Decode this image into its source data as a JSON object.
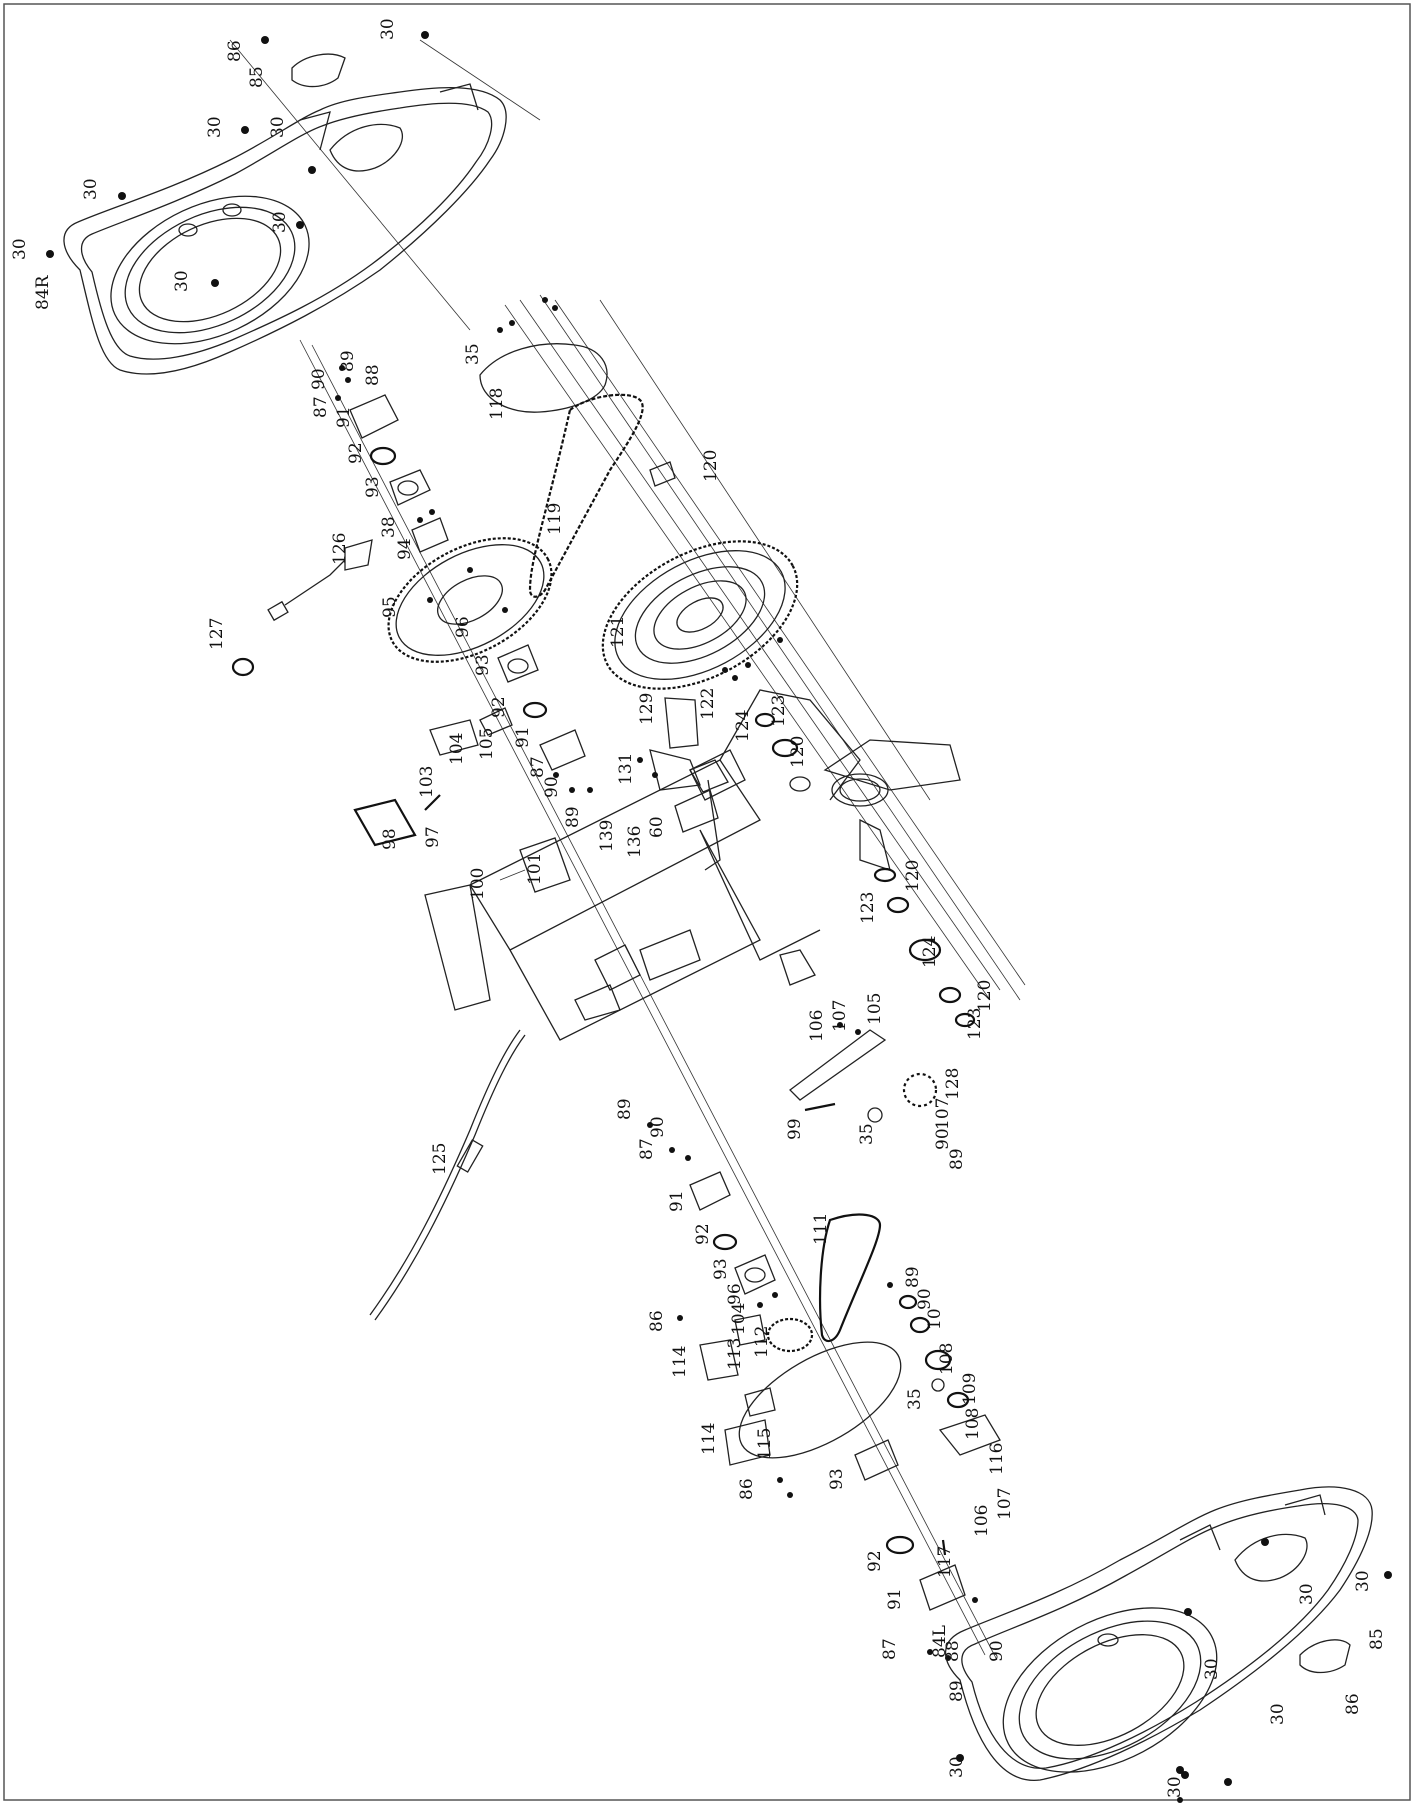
{
  "diagram": {
    "labels": [
      {
        "id": "l-30-a",
        "text": "30"
      },
      {
        "id": "l-86-a",
        "text": "86"
      },
      {
        "id": "l-85-a",
        "text": "85"
      },
      {
        "id": "l-30-b",
        "text": "30"
      },
      {
        "id": "l-30-c",
        "text": "30"
      },
      {
        "id": "l-30-d",
        "text": "30"
      },
      {
        "id": "l-30-e",
        "text": "30"
      },
      {
        "id": "l-30-f",
        "text": "30"
      },
      {
        "id": "l-30-g",
        "text": "30"
      },
      {
        "id": "l-84R",
        "text": "84R"
      },
      {
        "id": "l-35-a",
        "text": "35"
      },
      {
        "id": "l-118",
        "text": "118"
      },
      {
        "id": "l-89-a",
        "text": "89"
      },
      {
        "id": "l-88-a",
        "text": "88"
      },
      {
        "id": "l-90-a",
        "text": "90"
      },
      {
        "id": "l-87-a",
        "text": "87"
      },
      {
        "id": "l-91-a",
        "text": "91"
      },
      {
        "id": "l-92-a",
        "text": "92"
      },
      {
        "id": "l-93-a",
        "text": "93"
      },
      {
        "id": "l-38",
        "text": "38"
      },
      {
        "id": "l-94",
        "text": "94"
      },
      {
        "id": "l-95",
        "text": "95"
      },
      {
        "id": "l-96-a",
        "text": "96"
      },
      {
        "id": "l-119",
        "text": "119"
      },
      {
        "id": "l-120-a",
        "text": "120"
      },
      {
        "id": "l-126",
        "text": "126"
      },
      {
        "id": "l-127",
        "text": "127"
      },
      {
        "id": "l-121",
        "text": "121"
      },
      {
        "id": "l-93-b",
        "text": "93"
      },
      {
        "id": "l-92-b",
        "text": "92"
      },
      {
        "id": "l-91-b",
        "text": "91"
      },
      {
        "id": "l-87-b",
        "text": "87"
      },
      {
        "id": "l-90-b",
        "text": "90"
      },
      {
        "id": "l-89-b",
        "text": "89"
      },
      {
        "id": "l-129",
        "text": "129"
      },
      {
        "id": "l-131",
        "text": "131"
      },
      {
        "id": "l-122",
        "text": "122"
      },
      {
        "id": "l-123-a",
        "text": "123"
      },
      {
        "id": "l-124-a",
        "text": "124"
      },
      {
        "id": "l-120-b",
        "text": "120"
      },
      {
        "id": "l-103",
        "text": "103"
      },
      {
        "id": "l-104-a",
        "text": "104"
      },
      {
        "id": "l-105-a",
        "text": "105"
      },
      {
        "id": "l-98",
        "text": "98"
      },
      {
        "id": "l-97",
        "text": "97"
      },
      {
        "id": "l-139",
        "text": "139"
      },
      {
        "id": "l-136",
        "text": "136"
      },
      {
        "id": "l-60",
        "text": "60"
      },
      {
        "id": "l-100",
        "text": "100"
      },
      {
        "id": "l-101",
        "text": "101"
      },
      {
        "id": "l-120-c",
        "text": "120"
      },
      {
        "id": "l-123-b",
        "text": "123"
      },
      {
        "id": "l-124-b",
        "text": "124"
      },
      {
        "id": "l-120-d",
        "text": "120"
      },
      {
        "id": "l-123-c",
        "text": "123"
      },
      {
        "id": "l-106-a",
        "text": "106"
      },
      {
        "id": "l-107-a",
        "text": "107"
      },
      {
        "id": "l-105-b",
        "text": "105"
      },
      {
        "id": "l-128",
        "text": "128"
      },
      {
        "id": "l-107-b",
        "text": "107"
      },
      {
        "id": "l-90-c",
        "text": "90"
      },
      {
        "id": "l-89-c",
        "text": "89"
      },
      {
        "id": "l-99",
        "text": "99"
      },
      {
        "id": "l-35-b",
        "text": "35"
      },
      {
        "id": "l-125",
        "text": "125"
      },
      {
        "id": "l-89-d",
        "text": "89"
      },
      {
        "id": "l-87-c",
        "text": "87"
      },
      {
        "id": "l-90-d",
        "text": "90"
      },
      {
        "id": "l-91-c",
        "text": "91"
      },
      {
        "id": "l-92-c",
        "text": "92"
      },
      {
        "id": "l-93-c",
        "text": "93"
      },
      {
        "id": "l-111",
        "text": "111"
      },
      {
        "id": "l-96-b",
        "text": "96"
      },
      {
        "id": "l-104-b",
        "text": "104"
      },
      {
        "id": "l-112",
        "text": "112"
      },
      {
        "id": "l-113",
        "text": "113"
      },
      {
        "id": "l-86-b",
        "text": "86"
      },
      {
        "id": "l-114-a",
        "text": "114"
      },
      {
        "id": "l-115",
        "text": "115"
      },
      {
        "id": "l-114-b",
        "text": "114"
      },
      {
        "id": "l-86-c",
        "text": "86"
      },
      {
        "id": "l-89-e",
        "text": "89"
      },
      {
        "id": "l-90-e",
        "text": "90"
      },
      {
        "id": "l-10",
        "text": "10"
      },
      {
        "id": "l-108-a",
        "text": "108"
      },
      {
        "id": "l-109",
        "text": "109"
      },
      {
        "id": "l-35-c",
        "text": "35"
      },
      {
        "id": "l-108-b",
        "text": "108"
      },
      {
        "id": "l-116",
        "text": "116"
      },
      {
        "id": "l-107-c",
        "text": "107"
      },
      {
        "id": "l-106-b",
        "text": "106"
      },
      {
        "id": "l-117",
        "text": "117"
      },
      {
        "id": "l-93-d",
        "text": "93"
      },
      {
        "id": "l-92-d",
        "text": "92"
      },
      {
        "id": "l-91-d",
        "text": "91"
      },
      {
        "id": "l-87-d",
        "text": "87"
      },
      {
        "id": "l-88-b",
        "text": "88"
      },
      {
        "id": "l-90-f",
        "text": "90"
      },
      {
        "id": "l-89-f",
        "text": "89"
      },
      {
        "id": "l-84L",
        "text": "84L"
      },
      {
        "id": "l-30-h",
        "text": "30"
      },
      {
        "id": "l-30-i",
        "text": "30"
      },
      {
        "id": "l-85-b",
        "text": "85"
      },
      {
        "id": "l-86-d",
        "text": "86"
      },
      {
        "id": "l-30-j",
        "text": "30"
      },
      {
        "id": "l-30-k",
        "text": "30"
      },
      {
        "id": "l-30-l",
        "text": "30"
      },
      {
        "id": "l-30-m",
        "text": "30"
      }
    ]
  }
}
